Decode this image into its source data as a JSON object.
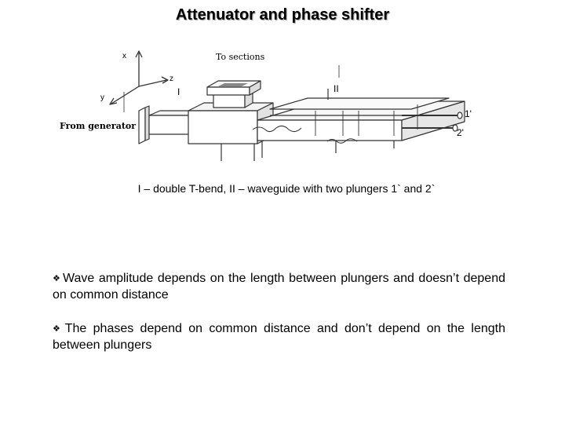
{
  "title": "Attenuator and phase shifter",
  "figure": {
    "labels": {
      "axis_x": "x",
      "axis_y": "y",
      "axis_z": "z",
      "to_sections": "To sections",
      "from_generator": "From generator",
      "part_1": "I",
      "part_2": "II",
      "plunger_1": "1'",
      "plunger_2": "2'"
    }
  },
  "caption": "I – double T-bend, II – waveguide with two plungers 1` and 2`",
  "bullets": [
    {
      "marker": "❖",
      "text": "Wave amplitude depends on the length between plungers and doesn’t depend on common distance"
    },
    {
      "marker": "❖",
      "text": "The phases depend on common distance and don’t depend on the length between plungers"
    }
  ]
}
